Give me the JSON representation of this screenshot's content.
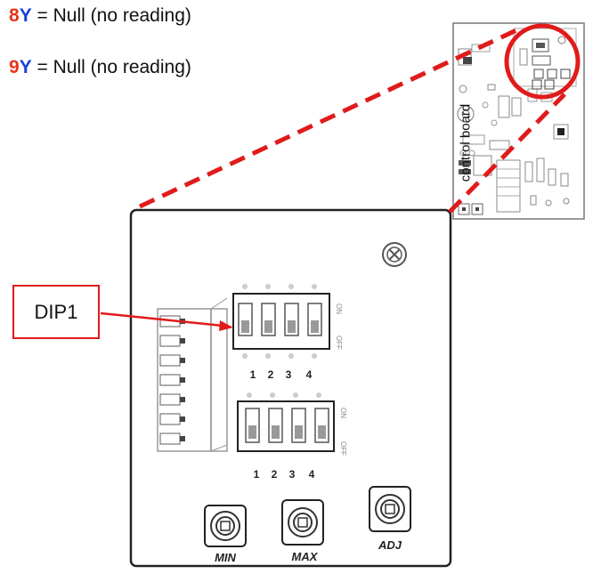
{
  "legend": [
    {
      "number": "8",
      "letter": "Y",
      "text": " = Null (no reading)"
    },
    {
      "number": "9",
      "letter": "Y",
      "text": " = Null (no reading)"
    }
  ],
  "callout": {
    "label": "DIP1"
  },
  "board": {
    "caption": "control board"
  },
  "dip_switches": {
    "upper": {
      "positions": [
        "1",
        "2",
        "3",
        "4"
      ],
      "on_label": "ON",
      "off_label": "OFF"
    },
    "lower": {
      "positions": [
        "1",
        "2",
        "3",
        "4"
      ],
      "on_label": "ON",
      "off_label": "OFF"
    }
  },
  "potentiometers": [
    {
      "label": "MIN"
    },
    {
      "label": "MAX"
    },
    {
      "label": "ADJ"
    }
  ],
  "colors": {
    "highlight": "#e01b1b",
    "number": "#e8341c",
    "letter": "#1a3fd8"
  }
}
